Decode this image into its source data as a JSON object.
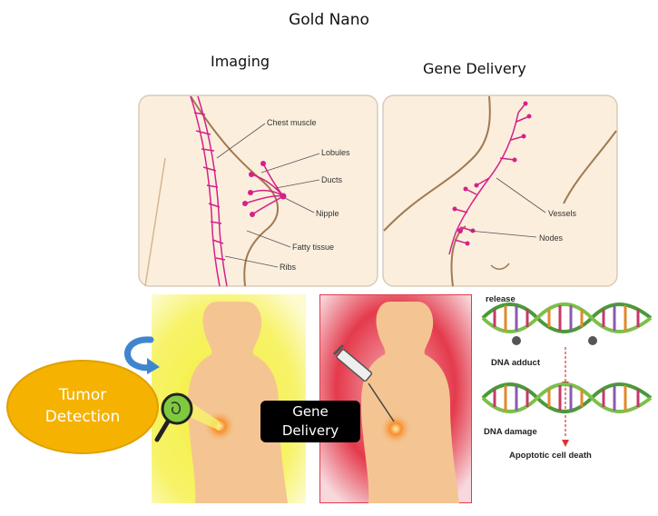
{
  "title": "Gold Nano",
  "headings": {
    "imaging": "Imaging",
    "gene_delivery": "Gene Delivery"
  },
  "breast_labels": [
    "Chest muscle",
    "Lobules",
    "Ducts",
    "Nipple",
    "Fatty tissue",
    "Ribs"
  ],
  "lymph_labels": [
    "Vessels",
    "Nodes"
  ],
  "tumor_detection": {
    "line1": "Tumor",
    "line2": "Detection"
  },
  "gene_delivery_box": {
    "line1": "Gene",
    "line2": "Delivery"
  },
  "dna_labels": {
    "release": "release",
    "adduct": "DNA adduct",
    "damage": "DNA damage",
    "death": "Apoptotic cell death"
  },
  "colors": {
    "skin": "#f4c592",
    "panel_bg": "#fbeedd",
    "outline": "#a07a52",
    "vessel": "#d6208a",
    "yellow": "#f3ef3a",
    "red": "#e43a4c",
    "orange": "#f5b200",
    "arrow_blue": "#3f86cf",
    "dna_green": "#4a9a3a"
  }
}
